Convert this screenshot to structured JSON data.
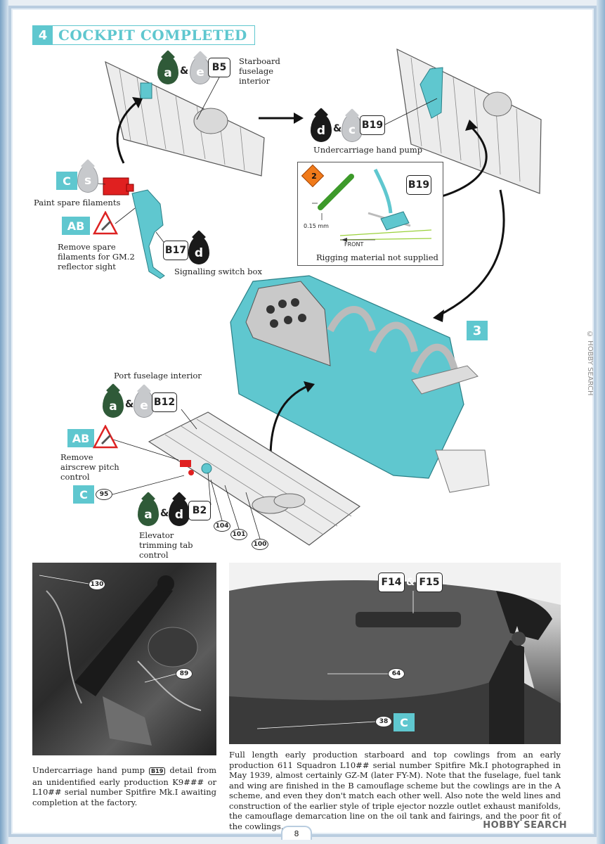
{
  "header": {
    "step_number": "4",
    "title": "COCKPIT COMPLETED"
  },
  "starboard": {
    "paint_1": "a",
    "amp": "&",
    "paint_2": "e",
    "part": "B5",
    "label": "Starboard fuselage interior",
    "colors": {
      "green": "#2f5a38",
      "silver": "#c7c9cc"
    }
  },
  "undercarriage": {
    "paint_1": "d",
    "amp": "&",
    "paint_2": "c",
    "part": "B19",
    "label": "Undercarriage hand pump"
  },
  "spare_filaments": {
    "tag": "C",
    "paint": "s",
    "label": "Paint spare filaments"
  },
  "remove_filaments": {
    "tag": "AB",
    "label": "Remove spare filaments for GM.2 reflector sight"
  },
  "signalling": {
    "part": "B17",
    "paint": "d",
    "label": "Signalling switch box"
  },
  "rigging": {
    "hazard_number": "2",
    "part": "B19",
    "dimension": "0.15 mm",
    "direction": "FRONT",
    "label": "Rigging material not supplied"
  },
  "assembly": {
    "step_ref": "3"
  },
  "port": {
    "label": "Port fuselage interior",
    "paint_1": "a",
    "amp": "&",
    "paint_2": "e",
    "part": "B12"
  },
  "remove_airscrew": {
    "tag": "AB",
    "label": "Remove airscrew pitch control"
  },
  "decal_95": {
    "tag": "C",
    "number": "95"
  },
  "elevator": {
    "paint_1": "a",
    "amp": "&",
    "paint_2": "d",
    "part": "B2",
    "label": "Elevator trimming tab control",
    "decals": [
      "104",
      "101",
      "100"
    ]
  },
  "photo_left": {
    "callouts": [
      "130",
      "89"
    ],
    "caption_pre": "Undercarriage hand pump",
    "caption_part": "B19",
    "caption_post": "detail from an unidentified early production K9### or L10## serial number Spitfire Mk.I awaiting completion at the factory."
  },
  "photo_right": {
    "parts": [
      "F14",
      "F15"
    ],
    "amp": "&",
    "callout_64": "64",
    "callout_38": "38",
    "tag": "C",
    "caption": "Full length early production starboard and top cowlings from an early production 611 Squadron L10## serial number Spitfire Mk.I photographed in May 1939, almost certainly GZ-M (later FY-M). Note that the fuselage, fuel tank and wing are finished in the B camouflage scheme but the cowlings are in the A scheme, and even they don't match each other well. Also note the weld lines and construction of the earlier style of triple ejector nozzle outlet exhaust manifolds, the camouflage demarcation line on the oil tank and fairings, and the poor fit of the cowlings."
  },
  "footer": {
    "page_number": "8",
    "watermark": "HOBBY SEARCH",
    "side_watermark": "© HOBBY SEARCH"
  }
}
